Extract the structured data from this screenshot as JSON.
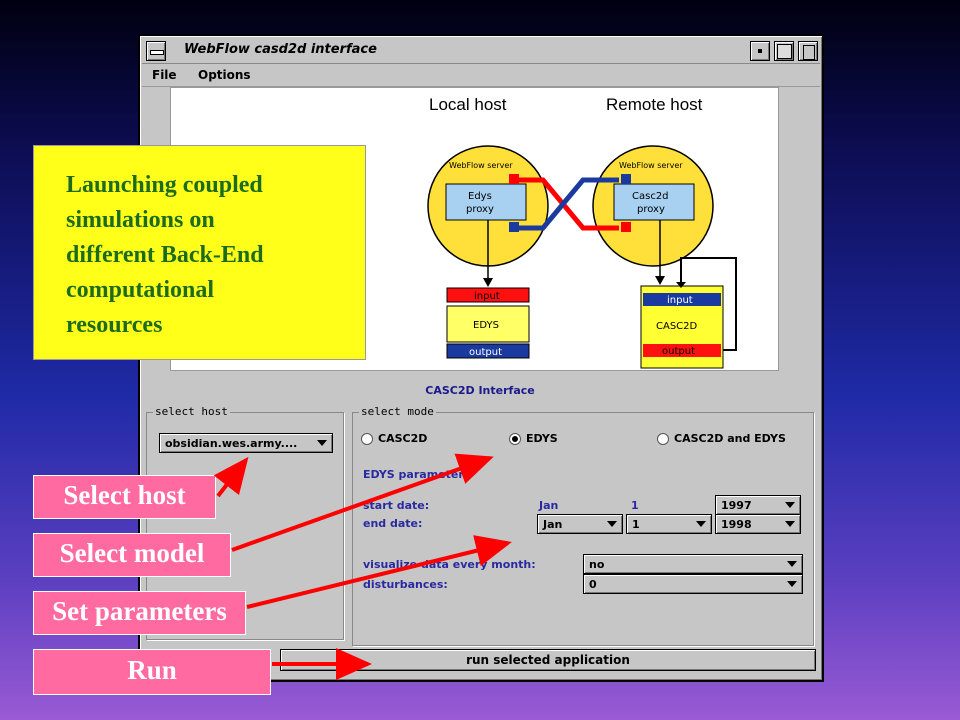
{
  "window": {
    "title": "WebFlow casd2d interface"
  },
  "menu": [
    "File",
    "Options"
  ],
  "diagram": {
    "local_heading": "Local host",
    "remote_heading": "Remote host",
    "local_server": "WebFlow server",
    "remote_server": "WebFlow server",
    "local_proxy_line1": "Edys",
    "local_proxy_line2": "proxy",
    "remote_proxy_line1": "Casc2d",
    "remote_proxy_line2": "proxy",
    "local_input": "input",
    "local_model": "EDYS",
    "local_output": "output",
    "remote_input": "input",
    "remote_model": "CASC2D",
    "remote_output": "output",
    "caption": "CASC2D Interface"
  },
  "select_host": {
    "title": "select host",
    "value": "obsidian.wes.army...."
  },
  "select_mode": {
    "title": "select mode",
    "options": [
      {
        "label": "CASC2D",
        "selected": false
      },
      {
        "label": "EDYS",
        "selected": true
      },
      {
        "label": "CASC2D and EDYS",
        "selected": false
      }
    ],
    "params_heading": "EDYS parameters",
    "start_label": "start date:",
    "start_month": "Jan",
    "start_day": "1",
    "start_year": "1997",
    "end_label": "end date:",
    "end_month": "Jan",
    "end_day": "1",
    "end_year": "1998",
    "visualize_label": "visualize data every month:",
    "visualize_value": "no",
    "disturbances_label": "disturbances:",
    "disturbances_value": "0"
  },
  "run_button": "run selected application",
  "callouts": {
    "note": [
      "Launching coupled",
      "simulations on",
      "different Back-End",
      "computational",
      "resources"
    ],
    "select_host": "Select host",
    "select_model": "Select model",
    "set_parameters": "Set parameters",
    "run": "Run"
  },
  "colors": {
    "note_bg": "#ffff1a",
    "note_text": "#1d6b1d",
    "tag_bg": "#ff6aa0",
    "arrow": "#ff0000",
    "server_circle": "#ffe03a",
    "proxy_box": "#a8d0f0",
    "link_red": "#ff0000",
    "link_blue": "#1a3aa0"
  }
}
